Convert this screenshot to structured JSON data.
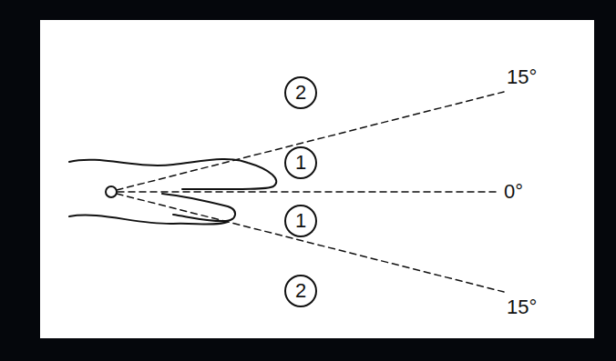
{
  "diagram": {
    "nodes": [
      {
        "text": [
          "2"
        ]
      },
      {
        "text": [
          "1"
        ]
      },
      {
        "text": [
          "1"
        ]
      },
      {
        "text": [
          "2"
        ]
      }
    ],
    "labels": [
      "15°",
      "0°",
      "15°"
    ]
  }
}
